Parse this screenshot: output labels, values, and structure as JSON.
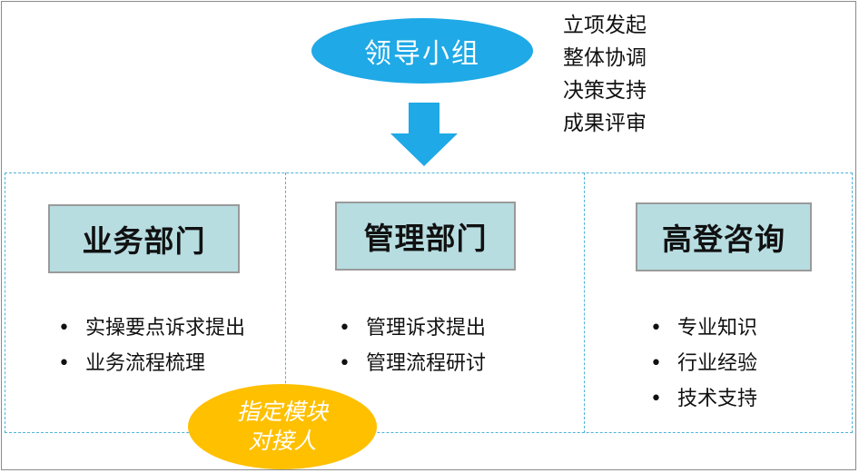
{
  "leader": {
    "label": "领导小组"
  },
  "leader_duties": [
    "立项发起",
    "整体协调",
    "决策支持",
    "成果评审"
  ],
  "departments": [
    {
      "title": "业务部门",
      "items": [
        "实操要点诉求提出",
        "业务流程梳理"
      ]
    },
    {
      "title": "管理部门",
      "items": [
        "管理诉求提出",
        "管理流程研讨"
      ]
    },
    {
      "title": "高登咨询",
      "items": [
        "专业知识",
        "行业经验",
        "技术支持"
      ]
    }
  ],
  "contact": {
    "line1": "指定模块",
    "line2": "对接人"
  },
  "colors": {
    "leader_fill": "#1fa9e6",
    "arrow_fill": "#1fa9e6",
    "dept_fill": "#b7dde1",
    "contact_fill": "#ffc000",
    "dashed_border": "#4fb3d9"
  }
}
